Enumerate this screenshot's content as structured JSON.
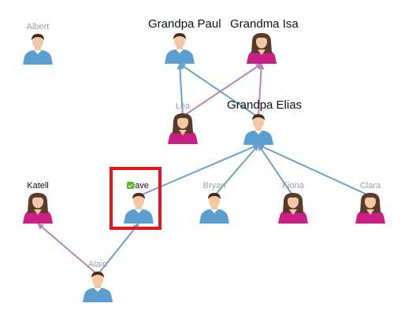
{
  "people": [
    {
      "id": "albert",
      "name": "Albert",
      "gender": "male",
      "style": "light"
    },
    {
      "id": "paul",
      "name": "Grandpa Paul",
      "gender": "male",
      "style": "big"
    },
    {
      "id": "isa",
      "name": "Grandma Isa",
      "gender": "female",
      "style": "big"
    },
    {
      "id": "lea",
      "name": "Léa",
      "gender": "female",
      "style": "light"
    },
    {
      "id": "elias",
      "name": "Grandpa Elias",
      "gender": "male",
      "style": "big"
    },
    {
      "id": "katell",
      "name": "Katell",
      "gender": "female",
      "style": "dark"
    },
    {
      "id": "dave",
      "name": "Dave",
      "gender": "male",
      "style": "dark",
      "selected": true
    },
    {
      "id": "bryan",
      "name": "Bryan",
      "gender": "male",
      "style": "light"
    },
    {
      "id": "fiona",
      "name": "Fiona",
      "gender": "female",
      "style": "light"
    },
    {
      "id": "clara",
      "name": "Clara",
      "gender": "female",
      "style": "light"
    },
    {
      "id": "alain",
      "name": "Alain",
      "gender": "male",
      "style": "light"
    }
  ],
  "relations": [
    {
      "from": "lea",
      "to": "paul",
      "kind": "father"
    },
    {
      "from": "lea",
      "to": "isa",
      "kind": "mother"
    },
    {
      "from": "elias",
      "to": "paul",
      "kind": "father"
    },
    {
      "from": "elias",
      "to": "isa",
      "kind": "mother"
    },
    {
      "from": "dave",
      "to": "elias",
      "kind": "father"
    },
    {
      "from": "bryan",
      "to": "elias",
      "kind": "father"
    },
    {
      "from": "fiona",
      "to": "elias",
      "kind": "father"
    },
    {
      "from": "clara",
      "to": "elias",
      "kind": "father"
    },
    {
      "from": "alain",
      "to": "katell",
      "kind": "mother"
    },
    {
      "from": "alain",
      "to": "dave",
      "kind": "father"
    }
  ],
  "colors": {
    "father_link": "#6f9fcc",
    "mother_link": "#b486b6",
    "male_shirt": "#5a9fd0",
    "female_shirt": "#cc1f86",
    "skin": "#f2c9a4",
    "hair_male": "#4a2c1c",
    "hair_female": "#5a3a2a",
    "selection": "#e8141b",
    "badge": "#59b62b"
  }
}
